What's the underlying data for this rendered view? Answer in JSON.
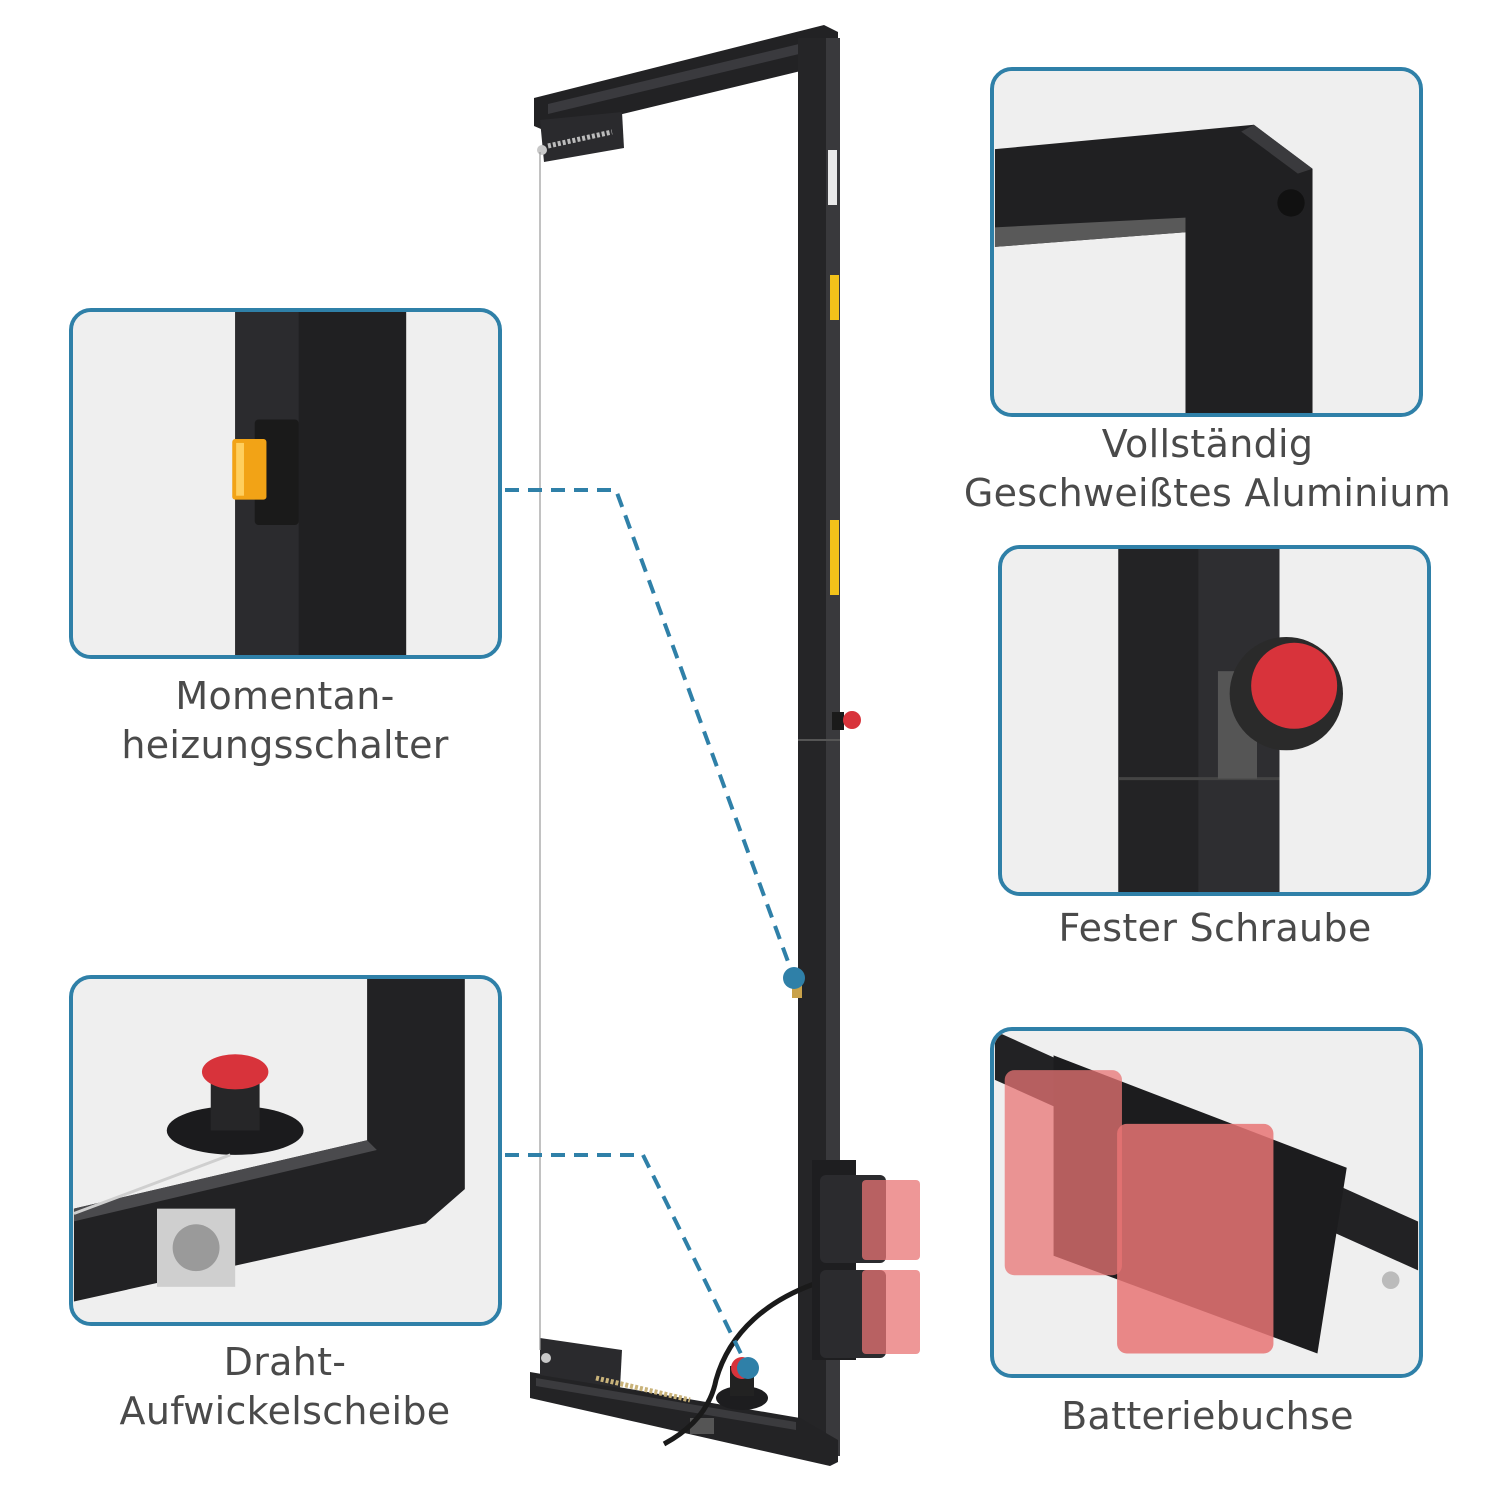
{
  "callouts": {
    "aluminium": {
      "lines": [
        "Vollständig",
        "Geschweißtes Aluminium"
      ]
    },
    "switch": {
      "lines": [
        "Momentan-",
        "heizungsschalter"
      ]
    },
    "screw": {
      "lines": [
        "Fester Schraube"
      ]
    },
    "winder": {
      "lines": [
        "Draht-",
        "Aufwickelscheibe"
      ]
    },
    "battery": {
      "lines": [
        "Batteriebuchse"
      ]
    }
  },
  "colors": {
    "accent": "#2f80a8",
    "frame": "#1f1f21",
    "caption": "#4a4a4a",
    "knob_red": "#d8333b",
    "switch_amber": "#f2a316",
    "battery_red": "#e87474"
  },
  "icons": [
    "heating-switch-icon",
    "fixing-screw-icon",
    "wire-winder-icon",
    "battery-socket-icon"
  ]
}
